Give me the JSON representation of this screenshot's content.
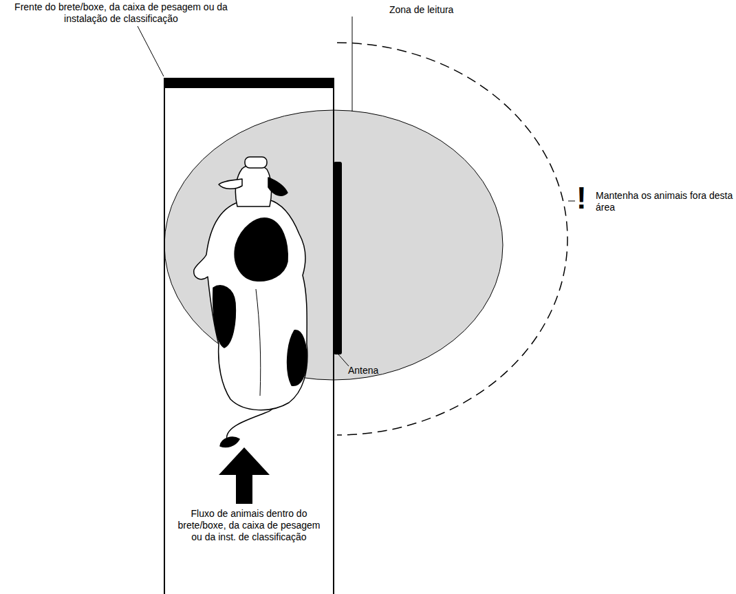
{
  "diagram": {
    "nodes": [
      {
        "text": [
          "Fluxo de animais dentro do brete/boxe, da caixa de pesagem ou da inst. de classificação"
        ]
      }
    ],
    "labels": [
      "Frente do brete/boxe, da caixa de pesagem ou da instalação de classificação",
      "Zona de leitura",
      "!",
      "Mantenha os animais fora desta área",
      "Antena"
    ]
  }
}
